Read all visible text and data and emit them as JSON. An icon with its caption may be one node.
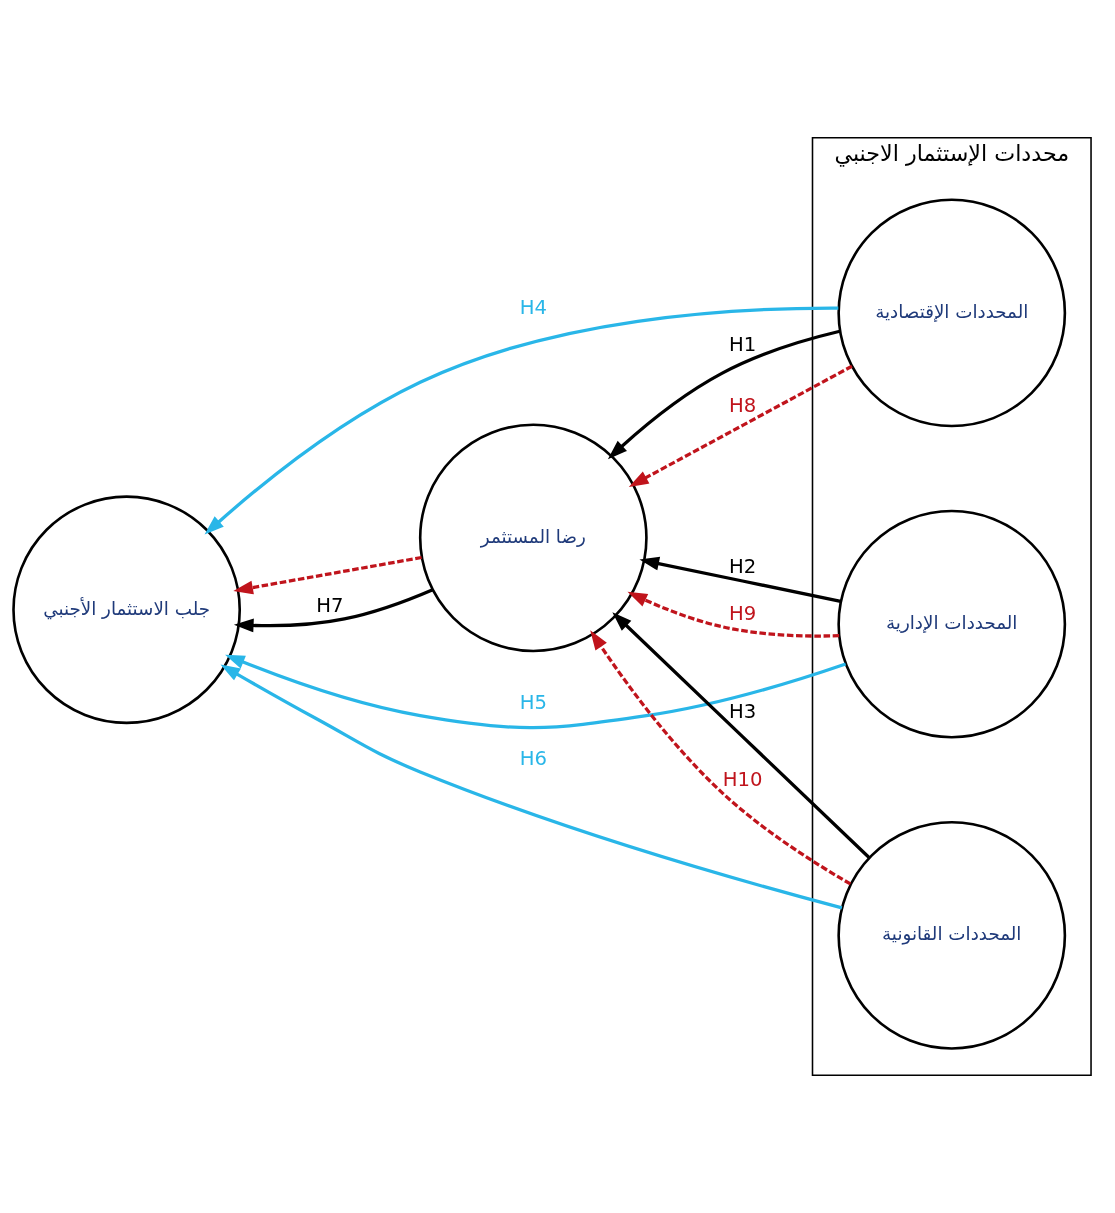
{
  "diagram": {
    "nodes": [
      {
        "text": [
          "محددات الإستثمار الاجنبي"
        ]
      },
      {
        "text": [
          "المحددات الإقتصادية"
        ],
        "in": 0
      },
      {
        "text": [
          "المحددات الإدارية"
        ],
        "in": 0
      },
      {
        "text": [
          "المحددات القانونية"
        ],
        "in": 0
      },
      {
        "text": [
          "رضا المستثمر"
        ]
      },
      {
        "text": [
          "جلب الاستثمار الأجنبي"
        ]
      }
    ],
    "edges": [
      {
        "from": 1,
        "to": 4,
        "arrow": "to",
        "label": "H1"
      },
      {
        "from": 2,
        "to": 4,
        "arrow": "to",
        "label": "H2"
      },
      {
        "from": 3,
        "to": 4,
        "arrow": "to",
        "label": "H3"
      },
      {
        "from": 1,
        "to": 5,
        "arrow": "to",
        "label": "H4",
        "color": "#29b6e8"
      },
      {
        "from": 2,
        "to": 5,
        "arrow": "to",
        "label": "H5",
        "color": "#29b6e8"
      },
      {
        "from": 3,
        "to": 5,
        "arrow": "to",
        "label": "H6",
        "color": "#29b6e8"
      },
      {
        "from": 4,
        "to": 5,
        "arrow": "to",
        "label": "H7"
      },
      {
        "from": 1,
        "to": 4,
        "arrow": "to",
        "label": "H8",
        "style": "dashed",
        "color": "#c0141c"
      },
      {
        "from": 2,
        "to": 4,
        "arrow": "to",
        "label": "H9",
        "style": "dashed",
        "color": "#c0141c"
      },
      {
        "from": 3,
        "to": 4,
        "arrow": "to",
        "label": "H10",
        "style": "dashed",
        "color": "#c0141c"
      },
      {
        "from": 4,
        "to": 5,
        "arrow": "to",
        "style": "dashed",
        "color": "#c0141c"
      }
    ]
  }
}
